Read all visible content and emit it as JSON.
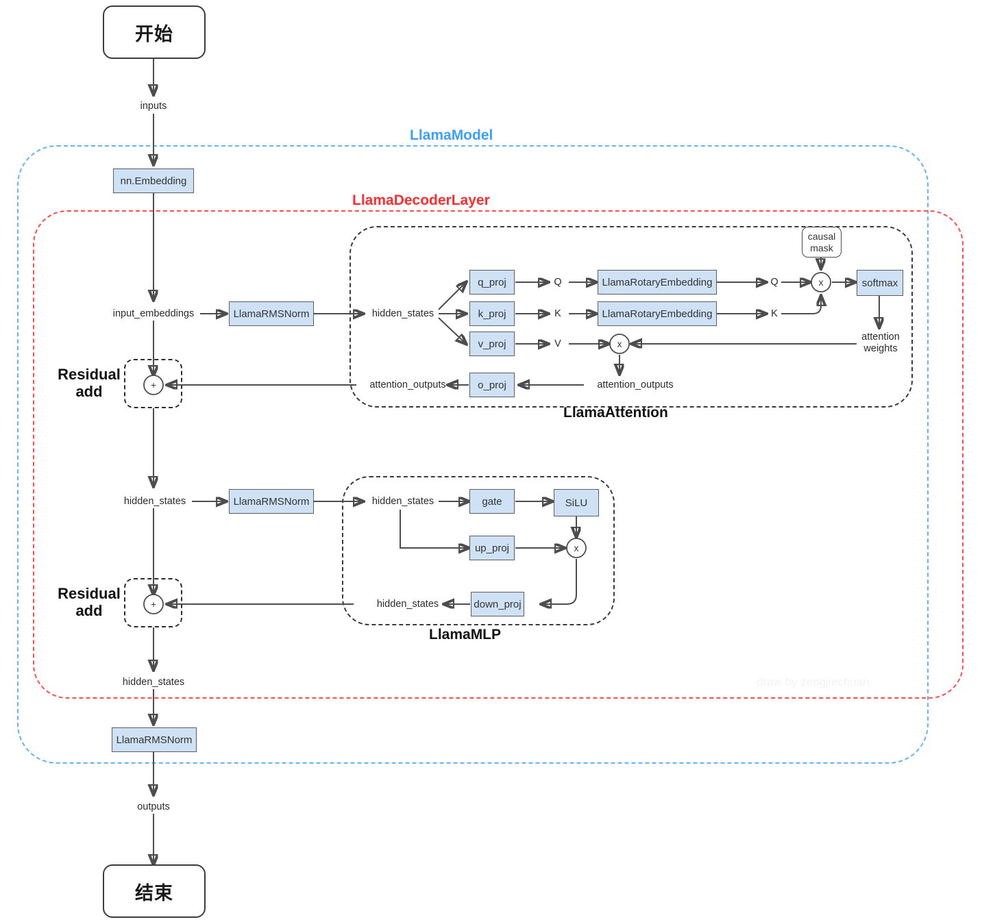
{
  "diagram": {
    "title": "LlamaModel forward pass flowchart",
    "watermark": "draw by zengjiechuan",
    "colors": {
      "model_boundary": "#63b3ff",
      "decoder_boundary": "#ff4d4d",
      "inner_boundary": "#3a3a3a",
      "box_fill": "#cfe2f5",
      "box_stroke": "#5c5c5c",
      "wire": "#4d4d4d"
    },
    "groups": {
      "model": "LlamaModel",
      "decoder": "LlamaDecoderLayer",
      "attention": "LlamaAttention",
      "mlp": "LlamaMLP"
    },
    "terminals": {
      "start": "开始",
      "end": "结束"
    },
    "blocks": {
      "embedding": "nn.Embedding",
      "rmsnorm_attn": "LlamaRMSNorm",
      "rmsnorm_mlp": "LlamaRMSNorm",
      "rmsnorm_final": "LlamaRMSNorm",
      "q_proj": "q_proj",
      "k_proj": "k_proj",
      "v_proj": "v_proj",
      "o_proj": "o_proj",
      "rope_q": "LlamaRotaryEmbedding",
      "rope_k": "LlamaRotaryEmbedding",
      "softmax": "softmax",
      "causal_mask_l1": "causal",
      "causal_mask_l2": "mask",
      "gate": "gate",
      "silu": "SiLU",
      "up_proj": "up_proj",
      "down_proj": "down_proj"
    },
    "labels": {
      "inputs": "inputs",
      "input_embeddings": "input_embeddings",
      "hidden_states_attn_in": "hidden_states",
      "hidden_states_mlp_pre": "hidden_states",
      "hidden_states_mlp_in": "hidden_states",
      "hidden_states_mlp_out": "hidden_states",
      "hidden_states_final": "hidden_states",
      "outputs": "outputs",
      "q_up": "Q",
      "k_up": "K",
      "v_up": "V",
      "q_rope": "Q",
      "k_rope": "K",
      "attention_weights_l1": "attention",
      "attention_weights_l2": "weights",
      "attention_outputs_right": "attention_outputs",
      "attention_outputs_left": "attention_outputs",
      "residual_add_1_l1": "Residual",
      "residual_add_1_l2": "add",
      "residual_add_2_l1": "Residual",
      "residual_add_2_l2": "add",
      "op_multiply": "x",
      "op_add": "+"
    }
  }
}
